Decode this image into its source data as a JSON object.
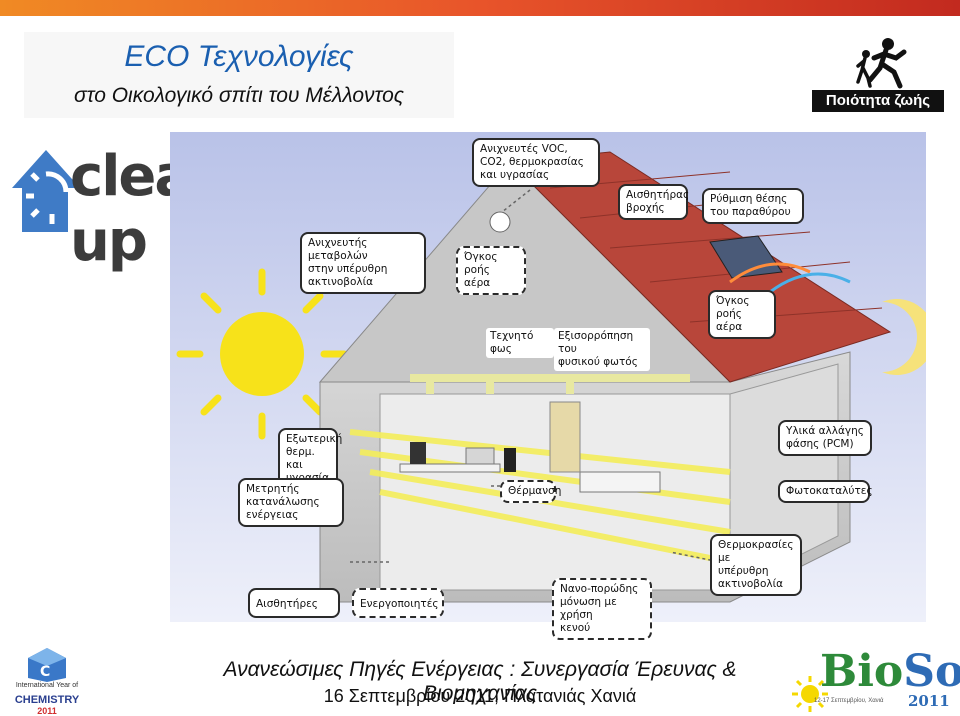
{
  "header": {
    "title": "ECO Τεχνολογίες",
    "subtitle": "στο Οικολογικό σπίτι του Μέλλοντος"
  },
  "logos": {
    "quality_of_life": "Ποιότητα ζωής",
    "clearup": "clear-up",
    "iyc_title": "International Year of",
    "iyc_chemistry": "CHEMISTRY",
    "iyc_year": "2011",
    "biosol_bio": "Bio",
    "biosol_sol": "Sol",
    "biosol_dates": "12-17 Σεπτεμβρίου, Χανιά",
    "biosol_year": "2011"
  },
  "labels": {
    "voc": [
      "Ανιχνευτές VOC,",
      "CO2, θερμοκρασίας",
      "και υγρασίας"
    ],
    "rain": [
      "Αισθητήρας",
      "βροχής"
    ],
    "window": [
      "Ρύθμιση θέσης",
      "του παραθύρου"
    ],
    "ir_detector": [
      "Ανιχνευτής μεταβολών",
      "στην υπέρυθρη",
      "ακτινοβολία"
    ],
    "airflow1": [
      "Όγκος ροής",
      "αέρα"
    ],
    "airflow2": [
      "Όγκος ροής",
      "αέρα"
    ],
    "artificial_light": "Τεχνητό φως",
    "natural_light": [
      "Εξισορρόπηση του",
      "φυσικού φωτός"
    ],
    "exterior": [
      "Εξωτερική",
      "θερμ. και",
      "υγρασία"
    ],
    "pcm": [
      "Υλικά αλλάγης",
      "φάσης (PCM)"
    ],
    "meter": [
      "Μετρητής",
      "κατανάλωσης",
      "ενέργειας"
    ],
    "heating": "Θέρμανση",
    "photocatalysts": "Φωτοκαταλύτες",
    "thermal_ir": [
      "Θερμοκρασίες με",
      "υπέρυθρη",
      "ακτινοβολία"
    ],
    "nano": [
      "Νανο-πορώδης",
      "μόνωση με χρήση",
      "κενού"
    ],
    "sensors": "Αισθητήρες",
    "actuators": "Ενεργοποιητές"
  },
  "footer": {
    "line1": "Ανανεώσιμες Πηγές Ενέργειας : Συνεργασία Έρευνας & Βιομηχανίας",
    "line2": "16 Σεπτεμβρίου 2011, Πλατανιάς Χανιά"
  },
  "colors": {
    "title_blue": "#1a5fb0",
    "roof": "#b8463a",
    "sun": "#f7e21a",
    "sky": "#cfd6ef",
    "clearup_blue": "#3f7bc6"
  }
}
